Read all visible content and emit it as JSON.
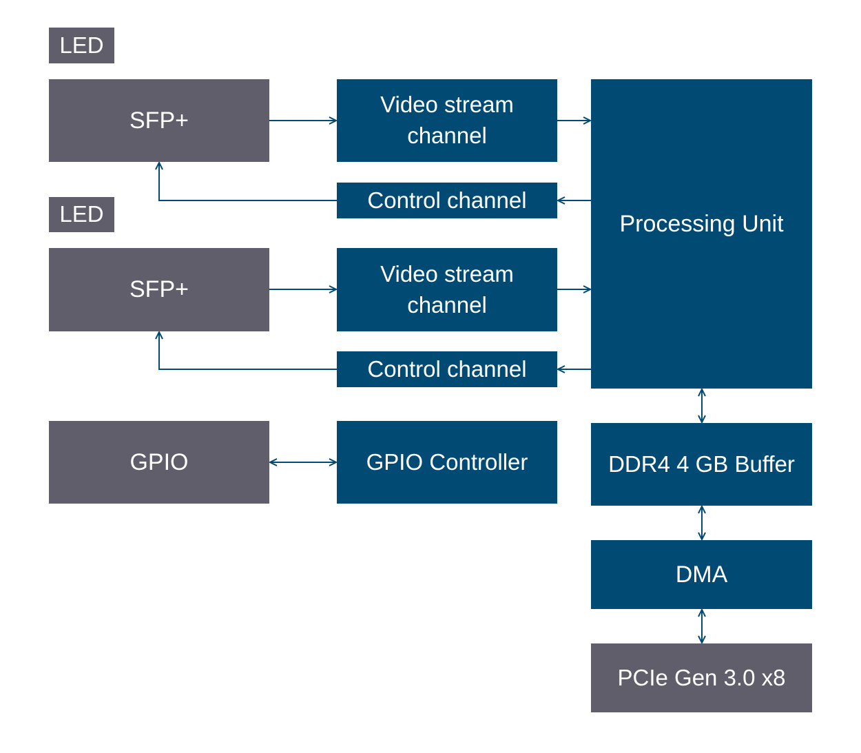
{
  "colors": {
    "grey_block": "#5f5e6a",
    "blue_block": "#004a73",
    "connector": "#004a73",
    "text": "#ffffff"
  },
  "blocks": {
    "led_1": "LED",
    "sfp_1": "SFP+",
    "video_stream_1": "Video stream\nchannel",
    "control_1": "Control channel",
    "led_2": "LED",
    "sfp_2": "SFP+",
    "video_stream_2": "Video stream\nchannel",
    "control_2": "Control channel",
    "gpio": "GPIO",
    "gpio_controller": "GPIO Controller",
    "processing_unit": "Processing Unit",
    "ddr4_buffer": "DDR4 4 GB Buffer",
    "dma": "DMA",
    "pcie": "PCIe Gen 3.0 x8"
  }
}
